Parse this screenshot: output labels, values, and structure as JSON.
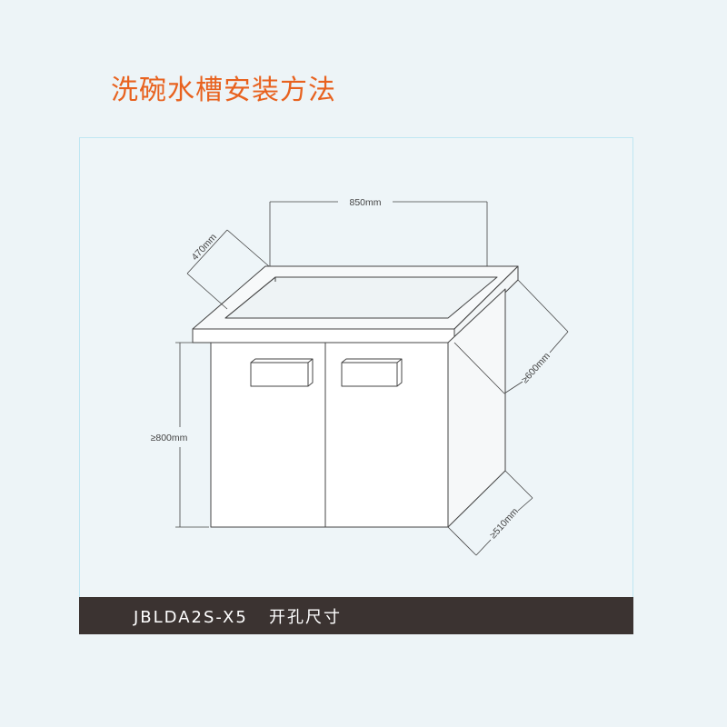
{
  "title": "洗碗水槽安装方法",
  "footer": {
    "model": "JBLDA2S-X5",
    "caption": "开孔尺寸"
  },
  "dimensions": {
    "width": "850mm",
    "depth": "470mm",
    "height": "≥800mm",
    "side_depth": "≥600mm",
    "base_depth": "≥510mm"
  },
  "colors": {
    "title": "#e8621f",
    "footer_bg": "#3b3331",
    "line": "#444444"
  }
}
